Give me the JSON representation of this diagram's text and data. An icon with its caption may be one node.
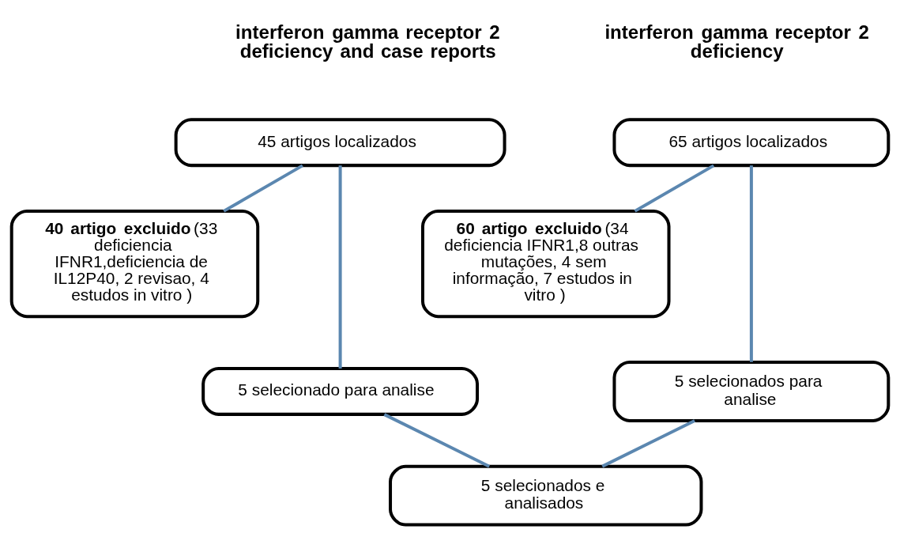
{
  "diagram": {
    "nodes": [
      {
        "text": [
          "45 artigos localizados"
        ]
      },
      {
        "text": [
          "**40 artigo excluido** (33 deficiencia IFNR1,deficiencia de IL12P40, 2 revisao, 4 estudos in vitro )"
        ]
      },
      {
        "text": [
          "5 selecionado para analise"
        ]
      },
      {
        "text": [
          "65 artigos localizados"
        ]
      },
      {
        "text": [
          "**60 artigo excluido** (34 deficiencia IFNR1,8 outras mutações, 4 sem informação, 7 estudos in vitro )"
        ]
      },
      {
        "text": [
          "5 selecionados para analise"
        ]
      },
      {
        "text": [
          "5 selecionados e analisados"
        ]
      }
    ],
    "edges": [
      {
        "from": 0,
        "to": 1,
        "arrow": "none"
      },
      {
        "from": 0,
        "to": 2,
        "arrow": "none"
      },
      {
        "from": 3,
        "to": 4,
        "arrow": "none"
      },
      {
        "from": 3,
        "to": 5,
        "arrow": "none"
      },
      {
        "from": 2,
        "to": 6,
        "arrow": "none"
      },
      {
        "from": 5,
        "to": 6,
        "arrow": "none"
      }
    ],
    "labels": [
      "interferon gamma receptor 2 deficiency and case reports",
      "interferon gamma receptor 2 deficiency"
    ]
  }
}
